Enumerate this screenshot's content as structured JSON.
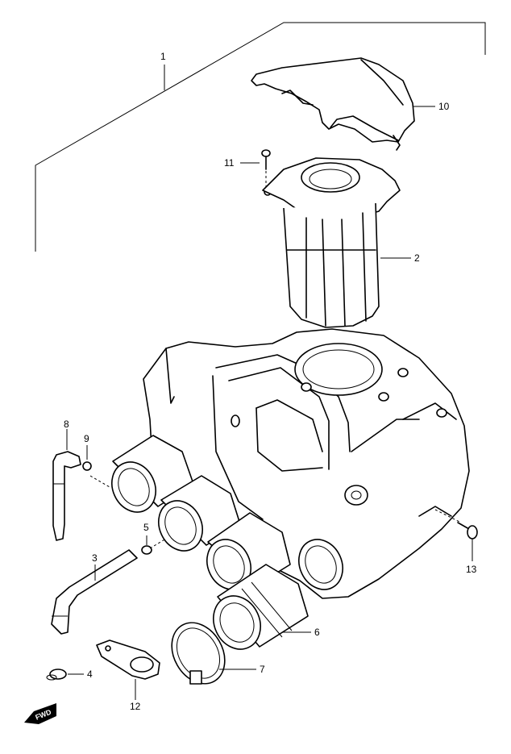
{
  "callouts": {
    "c1": "1",
    "c2": "2",
    "c3": "3",
    "c4": "4",
    "c5": "5",
    "c6": "6",
    "c7": "7",
    "c8": "8",
    "c9": "9",
    "c10": "10",
    "c11": "11",
    "c12": "12",
    "c13": "13"
  },
  "fwd_label": "FWD"
}
